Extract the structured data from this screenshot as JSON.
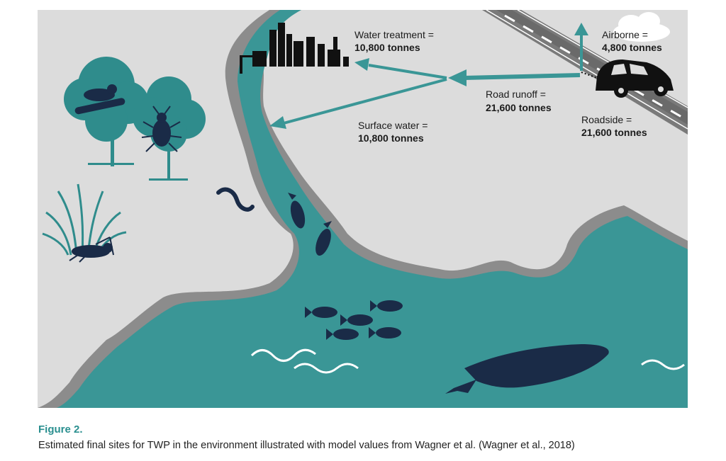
{
  "figure": {
    "title": "Figure 2.",
    "caption": "Estimated final sites for TWP in the environment illustrated with model values from Wagner et al. (Wagner et al., 2018)"
  },
  "sites": {
    "water_treatment": {
      "label": "Water treatment =",
      "value": "10,800 tonnes"
    },
    "airborne": {
      "label": "Airborne =",
      "value": "4,800 tonnes"
    },
    "road_runoff": {
      "label": "Road runoff =",
      "value": "21,600 tonnes"
    },
    "surface_water": {
      "label": "Surface water =",
      "value": "10,800 tonnes"
    },
    "roadside": {
      "label": "Roadside =",
      "value": "21,600 tonnes"
    }
  },
  "colors": {
    "land": "#dcdcdc",
    "shore": "#8c8c8c",
    "water": "#3a9696",
    "teal_icon": "#2f8c8c",
    "navy": "#1a2b47",
    "road": "#7a7a7a",
    "arrow": "#3a9696",
    "caption_title": "#2a8f8f"
  },
  "icons": [
    "tree-icon",
    "caterpillar-icon",
    "beetle-icon",
    "grass-icon",
    "grasshopper-icon",
    "eel-icon",
    "fish-icon",
    "whale-icon",
    "car-icon",
    "cloud-icon",
    "factory-icon",
    "wave-icon"
  ]
}
